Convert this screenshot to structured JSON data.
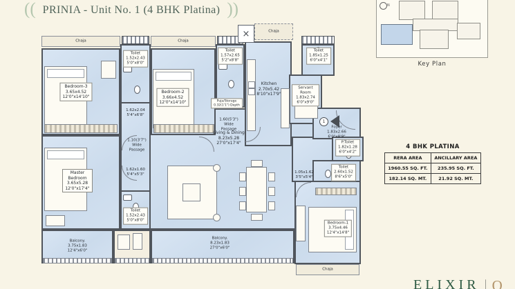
{
  "colors": {
    "background": "#f8f4e6",
    "room-fill": "#cfdeee",
    "wall": "#50555c",
    "chaja-fill": "#f1ecdc",
    "title-green": "#50645a",
    "ornament-green": "#b3c6ae",
    "brand-green": "#2d5a43",
    "brand-gold": "#b2946a",
    "highlight-blue": "#c3d6ea"
  },
  "title": {
    "text": "PRINIA - Unit No. 1 (4 BHK Platina)",
    "left_ornament": "((",
    "right_ornament": "))"
  },
  "key_plan": {
    "caption": "Key Plan",
    "north_label": "N"
  },
  "area_table": {
    "title": "4 BHK PLATINA",
    "headers": [
      "RERA AREA",
      "ANCILLARY AREA"
    ],
    "rows": [
      [
        "1960.55 SQ. FT.",
        "235.95 SQ. FT."
      ],
      [
        "182.14 SQ. MT.",
        "21.92 SQ. MT."
      ]
    ]
  },
  "brand": {
    "name": "ELIXIR",
    "separator": "|",
    "mark": "Q"
  },
  "plan": {
    "chaja": [
      "Chaja",
      "Chaja",
      "Chaja",
      "Chaja"
    ],
    "entry_marker": "1",
    "rooms": [
      {
        "name": "Bedroom-3",
        "metric": "3.65x4.52",
        "imperial": "12'0\"x14'10\""
      },
      {
        "name": "Toilet",
        "metric": "1.52x2.43",
        "imperial": "5'0\"x8'0\""
      },
      {
        "name": "Bedroom-2",
        "metric": "3.66x4.52",
        "imperial": "12'0\"x14'10\""
      },
      {
        "name": "Toilet",
        "metric": "1.57x2.65",
        "imperial": "5'2\"x8'8\""
      },
      {
        "name": "Kitchen",
        "metric": "2.70x5.42",
        "imperial": "8'10\"x17'9\""
      },
      {
        "name": "Toilet",
        "metric": "1.85x1.25",
        "imperial": "6'0\"x4'1\""
      },
      {
        "name": "Servant Room",
        "metric": "1.83x2.74",
        "imperial": "6'0\"x9'0\""
      },
      {
        "name": "Foyer",
        "metric": "1.83x2.66",
        "imperial": "6'0\"x8'9\""
      },
      {
        "name": "P.Toilet",
        "metric": "1.82x1.28",
        "imperial": "6'0\"x4'2\""
      },
      {
        "name": "Living & Dining",
        "metric": "8.23x5.28",
        "imperial": "27'0\"x17'4\""
      },
      {
        "name": "Master Bedroom",
        "metric": "3.65x5.28",
        "imperial": "12'0\"x17'4\""
      },
      {
        "name": "Toilet",
        "metric": "1.52x2.43",
        "imperial": "5'0\"x8'0\""
      },
      {
        "name": "Toilet",
        "metric": "2.60x1.52",
        "imperial": "8'6\"x5'0\""
      },
      {
        "name": "Bedroom-1",
        "metric": "3.75x4.46",
        "imperial": "12'4\"x14'8\""
      },
      {
        "name": "Balcony.",
        "metric": "3.75x1.83",
        "imperial": "12'4\"x6'0\""
      },
      {
        "name": "Balcony.",
        "metric": "8.23x1.83",
        "imperial": "27'0\"x6'0\""
      }
    ],
    "passages": [
      {
        "l1": "1.62x2.04",
        "l2": "5'4\"x6'8\""
      },
      {
        "l1": "1.60(5'3\")",
        "l2": "Wide",
        "l3": "Passage"
      },
      {
        "l1": "1.10(3'7\")",
        "l2": "Wide",
        "l3": "Passage"
      },
      {
        "l1": "1.62x1.60",
        "l2": "5'4\"x5'3\""
      },
      {
        "l1": "1.05x1.62",
        "l2": "3'5\"x5'4\""
      },
      {
        "l1": "Puja/Storage",
        "l2": "0.32(1'1\") Depth"
      }
    ]
  }
}
